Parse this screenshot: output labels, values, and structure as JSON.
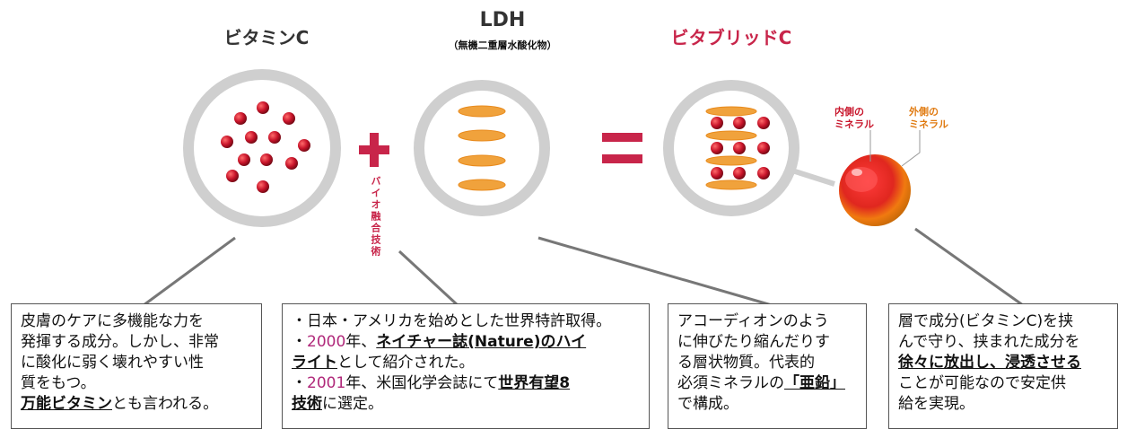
{
  "titles": {
    "vitamin_c": "ビタミンC",
    "ldh": "LDH",
    "ldh_sub": "（無機二重層水酸化物）",
    "vitabrid": "ビタブリッドC"
  },
  "plus_caption": "バイオ融合技術",
  "labels": {
    "inner": "内側の\nミネラル",
    "outer": "外側の\nミネラル"
  },
  "boxes": {
    "vitamin_c": {
      "l1": "皮膚のケアに多機能な力を",
      "l2": "発揮する成分。しかし、非常",
      "l3": "に酸化に弱く壊れやすい性",
      "l4": "質をもつ。",
      "l5_em": "万能ビタミン",
      "l5_rest": "とも言われる。"
    },
    "ldh": {
      "l1": "・日本・アメリカを始めとした世界特許取得。",
      "l2_pre": "・",
      "l2_year": "2000",
      "l2_mid": "年、",
      "l2_em": "ネイチャー誌(Nature)のハイ",
      "l3_em": "ライト",
      "l3_rest": "として紹介された。",
      "l4_pre": "・",
      "l4_year": "2001",
      "l4_mid": "年、米国化学会誌にて",
      "l4_em": "世界有望8",
      "l5_em": "技術",
      "l5_rest": "に選定。"
    },
    "accordion": {
      "l1": "アコーディオンのよう",
      "l2": "に伸びたり縮んだりす",
      "l3": "る層状物質。代表的",
      "l4_pre": "必須ミネラルの",
      "l4_em": "「亜鉛」",
      "l5": "で構成。"
    },
    "vitabrid": {
      "l1": "層で成分(ビタミンC)を挟",
      "l2": "んで守り、挟まれた成分を",
      "l3_em": "徐々に放出し、浸透させる",
      "l4": "ことが可能なので安定供",
      "l5": "給を実現。"
    }
  },
  "colors": {
    "accent_red": "#c8254a",
    "ldh_orange": "#f0a23c",
    "circle_gray": "#cfcfcf",
    "year_magenta": "#b0287a"
  }
}
